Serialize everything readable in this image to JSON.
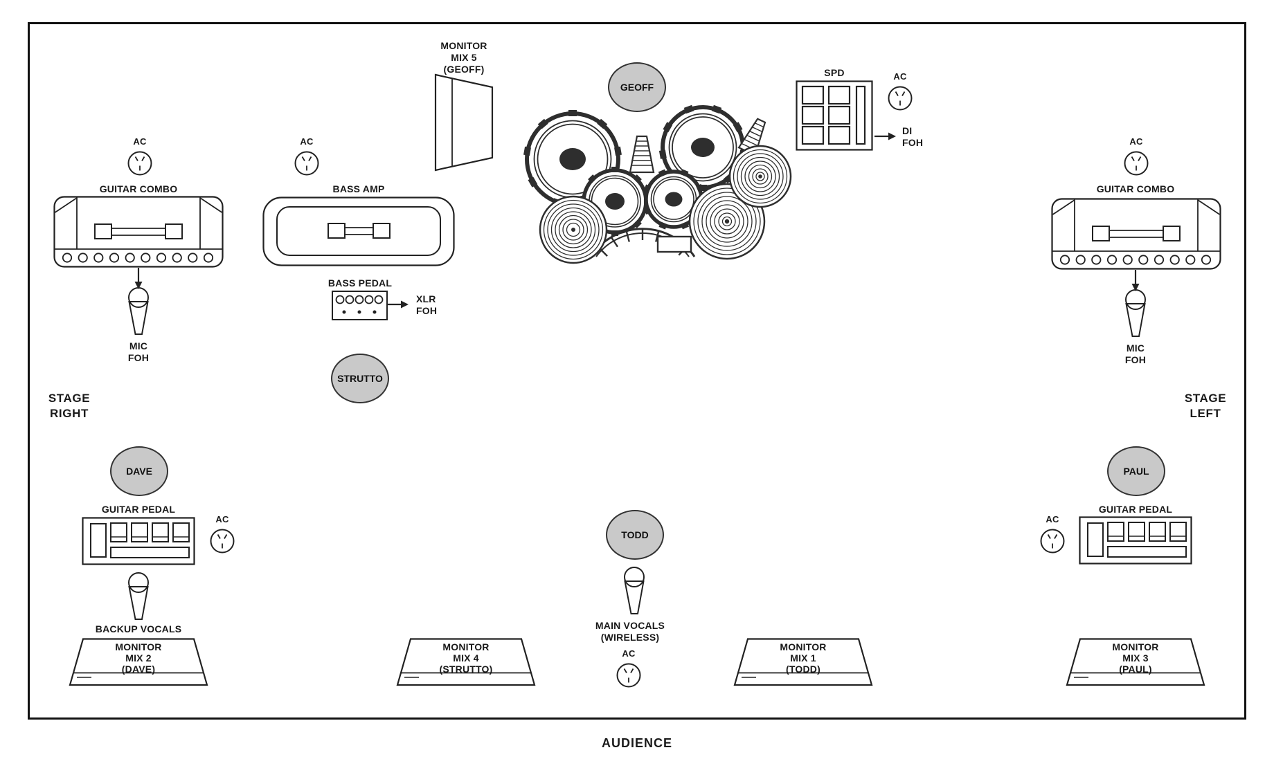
{
  "page": {
    "audience_label": "AUDIENCE"
  },
  "stage_labels": {
    "right": [
      "STAGE",
      "RIGHT"
    ],
    "left": [
      "STAGE",
      "LEFT"
    ]
  },
  "performers": {
    "geoff": "GEOFF",
    "strutto": "STRUTTO",
    "dave": "DAVE",
    "todd": "TODD",
    "paul": "PAUL"
  },
  "equipment": {
    "guitar_combo": "GUITAR COMBO",
    "bass_amp": "BASS AMP",
    "bass_pedal": "BASS PEDAL",
    "guitar_pedal": "GUITAR PEDAL",
    "spd": "SPD",
    "ac": "AC"
  },
  "mics": {
    "mic_foh": [
      "MIC",
      "FOH"
    ],
    "backup_vocals": "BACKUP VOCALS",
    "main_vocals": [
      "MAIN VOCALS",
      "(WIRELESS)"
    ]
  },
  "routing": {
    "xlr_foh": [
      "XLR",
      "FOH"
    ],
    "di_foh": [
      "DI",
      "FOH"
    ]
  },
  "monitors": {
    "mix1": [
      "MONITOR",
      "MIX 1",
      "(TODD)"
    ],
    "mix2": [
      "MONITOR",
      "MIX 2",
      "(DAVE)"
    ],
    "mix3": [
      "MONITOR",
      "MIX 3",
      "(PAUL)"
    ],
    "mix4": [
      "MONITOR",
      "MIX 4",
      "(STRUTTO)"
    ],
    "mix5": [
      "MONITOR",
      "MIX 5",
      "(GEOFF)"
    ]
  },
  "icons": [
    "ac-outlet-icon",
    "mic-icon",
    "guitar-combo-icon",
    "bass-amp-icon",
    "bass-pedal-icon",
    "guitar-pedal-icon",
    "spd-icon",
    "monitor-wedge-icon",
    "monitor-side-wedge-icon",
    "drum-kit-icon",
    "arrow-down-icon",
    "arrow-right-icon"
  ],
  "colors": {
    "ink": "#1a1a1a",
    "shape_stroke": "#222222",
    "drum_ink": "#2e2e2e",
    "performer_fill": "#c9c9c9",
    "background": "#ffffff"
  }
}
